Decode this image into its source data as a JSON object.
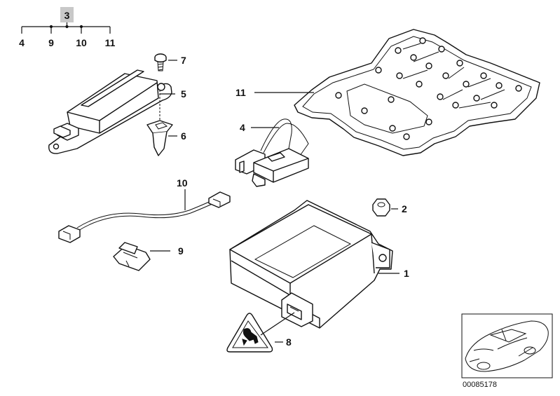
{
  "kit": {
    "number": "3",
    "members": [
      "4",
      "9",
      "10",
      "11"
    ]
  },
  "callouts": {
    "p1": "1",
    "p2": "2",
    "p4": "4",
    "p5": "5",
    "p6": "6",
    "p7": "7",
    "p8": "8",
    "p9": "9",
    "p10": "10",
    "p11": "11"
  },
  "thumbnail": {
    "image_id": "00085178"
  },
  "colors": {
    "line": "#111111",
    "kit_box": "#c8c8c8",
    "background": "#ffffff"
  }
}
